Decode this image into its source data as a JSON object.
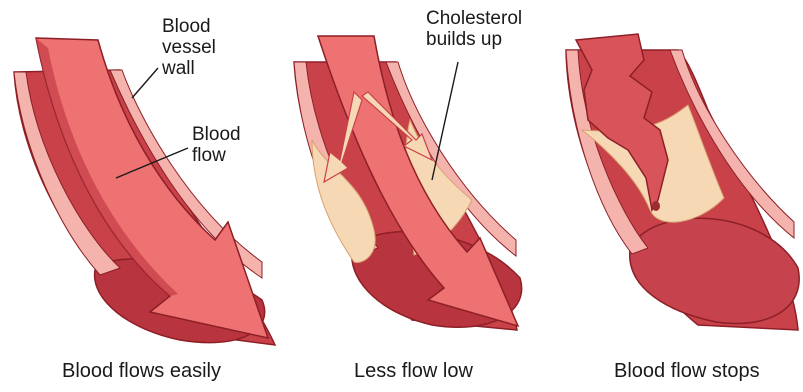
{
  "colors": {
    "wall_outer": "#c9424a",
    "wall_inner": "#e97c7c",
    "wall_highlight": "#f4b3ac",
    "lumen": "#c6434d",
    "flow_arrow": "#ee7272",
    "cholesterol": "#f7d8b4",
    "outline": "#8d1f27"
  },
  "panels": [
    {
      "labels": {
        "vessel_wall": "Blood\nvessel\nwall",
        "blood_flow": "Blood\nflow"
      },
      "caption": "Blood flows easily"
    },
    {
      "labels": {
        "cholesterol": "Cholesterol\nbuilds up"
      },
      "caption": "Less flow low"
    },
    {
      "caption": "Blood flow stops"
    }
  ]
}
